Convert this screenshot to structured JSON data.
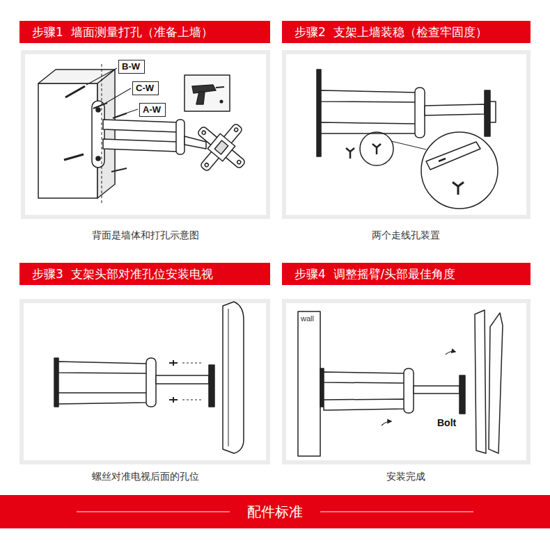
{
  "diagram": {
    "nodes": [
      {
        "text": [
          "步骤1  墙面测量打孔（准备上墙）"
        ]
      },
      {
        "text": [
          "B-W"
        ]
      },
      {
        "text": [
          "C-W"
        ]
      },
      {
        "text": [
          "A-W"
        ]
      },
      {
        "text": [
          "步骤2  支架上墙装稳（检查牢固度）"
        ]
      },
      {
        "text": [
          "步骤3  支架头部对准孔位安装电视"
        ]
      },
      {
        "text": [
          "步骤4  调整摇臂/头部最佳角度"
        ]
      },
      {
        "text": [
          "配件标准"
        ]
      }
    ],
    "labels": [
      "背面是墙体和打孔示意图",
      "两个走线孔装置",
      "wall",
      "Bolt",
      "螺丝对准电视后面的孔位",
      "安装完成"
    ]
  }
}
